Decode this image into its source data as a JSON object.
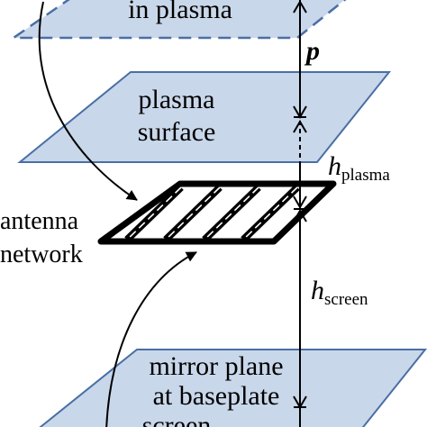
{
  "planes": {
    "top_label": "in plasma",
    "plasma_surface_line1": "plasma",
    "plasma_surface_line2": "surface",
    "mirror_line1": "mirror plane",
    "mirror_line2": "at baseplate",
    "mirror_line3": "screen"
  },
  "antenna": {
    "label_line1": "antenna",
    "label_line2": "network"
  },
  "dimensions": {
    "p": "p",
    "h_plasma_symbol": "h",
    "h_plasma_sub": "plasma",
    "h_screen_symbol": "h",
    "h_screen_sub": "screen"
  },
  "colors": {
    "plane_fill": "#c9d7ea",
    "plane_stroke": "#4a6fa5",
    "line": "#000000"
  }
}
